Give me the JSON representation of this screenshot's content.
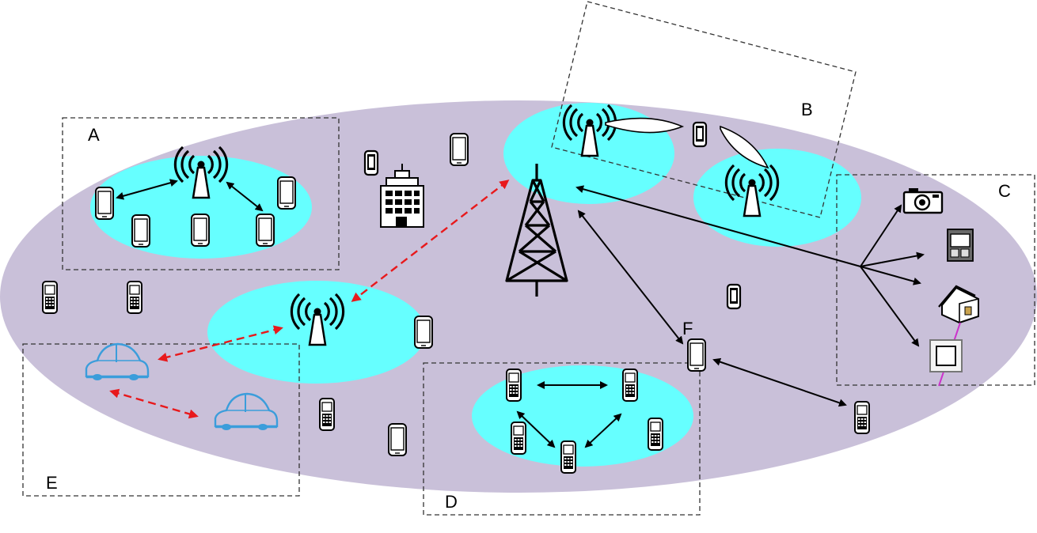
{
  "labels": {
    "A": "A",
    "B": "B",
    "C": "C",
    "D": "D",
    "E": "E",
    "F": "F"
  },
  "colors": {
    "macro_cell": "#c9c0d9",
    "small_cell": "#66ffff",
    "d2d_arrow": "#000000",
    "v2v_arrow": "#e8191c",
    "vehicle": "#3b9ddb",
    "power_line": "#cc33cc"
  },
  "icons": {
    "macro_tower": "cell-tower-icon",
    "small_base_station": "base-station-icon",
    "smartphone": "smartphone-icon",
    "feature_phone": "feature-phone-icon",
    "vehicle": "car-icon",
    "building": "office-building-icon",
    "camera": "camera-icon",
    "house": "house-icon",
    "smart_meter": "meter-icon"
  }
}
